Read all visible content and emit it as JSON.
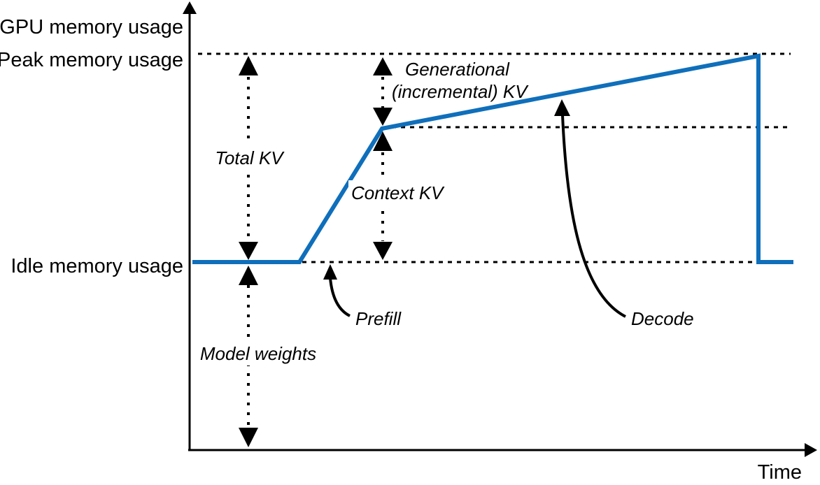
{
  "axes": {
    "y_title": "GPU memory usage",
    "x_title": "Time",
    "levels": {
      "peak": "Peak memory usage",
      "idle": "Idle memory usage"
    }
  },
  "annotations": {
    "total_kv": "Total KV",
    "model_weights": "Model weights",
    "generational_kv_line1": "Generational",
    "generational_kv_line2": "(incremental) KV",
    "context_kv": "Context  KV",
    "prefill": "Prefill",
    "decode": "Decode"
  },
  "colors": {
    "usage_line": "#0f6fbb",
    "axis": "#000000",
    "background": "#ffffff"
  }
}
